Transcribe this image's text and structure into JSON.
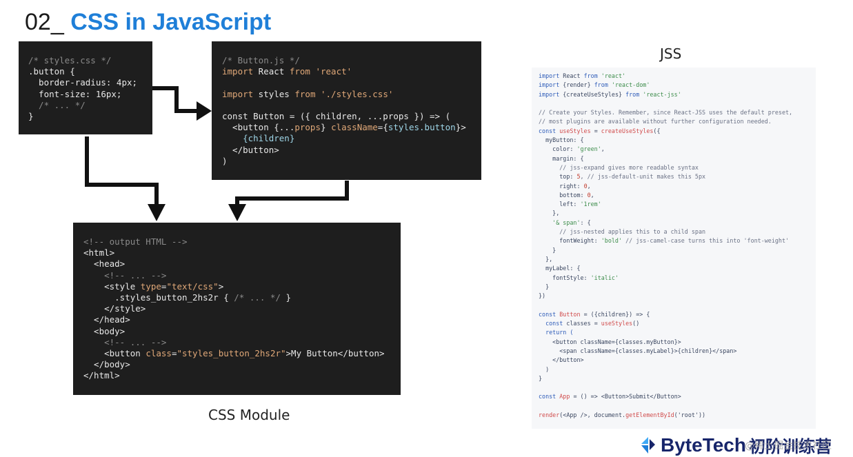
{
  "title": {
    "number": "02_",
    "text": "CSS in JavaScript"
  },
  "captions": {
    "css_module": "CSS Module",
    "jss": "JSS"
  },
  "styles_css": {
    "l1": "/* styles.css */",
    "l2": ".button {",
    "l3": "  border-radius: 4px;",
    "l4": "  font-size: 16px;",
    "l5": "  /* ... */",
    "l6": "}"
  },
  "button_js": {
    "l1": "/* Button.js */",
    "l2_kw": "import",
    "l2_name": " React ",
    "l2_from": "from",
    "l2_str": " 'react'",
    "l3_kw": "import",
    "l3_name": " styles ",
    "l3_from": "from",
    "l3_str": " './styles.css'",
    "l4": "const Button = ({ children, ...props }) => (",
    "l5_a": "  <button {...",
    "l5_props": "props",
    "l5_b": "} ",
    "l5_attr": "className",
    "l5_c": "={",
    "l5_ref": "styles.button",
    "l5_d": "}>",
    "l6": "    {children}",
    "l7": "  </button>",
    "l8": ")"
  },
  "output_html": {
    "l1": "<!-- output HTML -->",
    "l2": "<html>",
    "l3": "  <head>",
    "l4": "    <!-- ... -->",
    "l5_a": "    <style ",
    "l5_attr": "type",
    "l5_b": "=",
    "l5_str": "\"text/css\"",
    "l5_c": ">",
    "l6_a": "      .styles_button_2hs2r { ",
    "l6_cmt": "/* ... */",
    "l6_b": " }",
    "l7": "    </style>",
    "l8": "  </head>",
    "l9": "  <body>",
    "l10": "    <!-- ... -->",
    "l11_a": "    <button ",
    "l11_attr": "class",
    "l11_b": "=",
    "l11_str": "\"styles_button_2hs2r\"",
    "l11_c": ">My Button</button>",
    "l12": "  </body>",
    "l13": "</html>"
  },
  "jss_code": {
    "imp1_kw": "import",
    "imp1_name": " React ",
    "imp1_from": "from",
    "imp1_str": " 'react'",
    "imp2_kw": "import",
    "imp2_name": " {render} ",
    "imp2_from": "from",
    "imp2_str": " 'react-dom'",
    "imp3_kw": "import",
    "imp3_name": " {createUseStyles} ",
    "imp3_from": "from",
    "imp3_str": " 'react-jss'",
    "c1": "// Create your Styles. Remember, since React-JSS uses the default preset,",
    "c2": "// most plugins are available without further configuration needed.",
    "us_kw": "const",
    "us_name": " useStyles ",
    "us_eq": "= ",
    "us_fn": "createUseStyles",
    "us_end": "({",
    "mb": "  myButton: {",
    "color_k": "    color: ",
    "color_v": "'green'",
    "color_e": ",",
    "margin": "    margin: {",
    "cm1": "      // jss-expand gives more readable syntax",
    "top_k": "      top: ",
    "top_v": "5",
    "top_c": ", // jss-default-unit makes this 5px",
    "right_k": "      right: ",
    "right_v": "0",
    "right_e": ",",
    "bottom_k": "      bottom: ",
    "bottom_v": "0",
    "bottom_e": ",",
    "left_k": "      left: ",
    "left_v": "'1rem'",
    "close1": "    },",
    "span_str": "    '& span'",
    "span_e": ": {",
    "cm2": "      // jss-nested applies this to a child span",
    "fw_k": "      fontWeight: ",
    "fw_v": "'bold'",
    "fw_c": " // jss-camel-case turns this into 'font-weight'",
    "close2": "    }",
    "close3": "  },",
    "ml": "  myLabel: {",
    "fs_k": "    fontStyle: ",
    "fs_v": "'italic'",
    "close4": "  }",
    "close5": "})",
    "btn_kw": "const",
    "btn_name": " Button ",
    "btn_rest": "= ({children}) => {",
    "cls_kw": "  const",
    "cls_name": " classes ",
    "cls_eq": "= ",
    "cls_fn": "useStyles",
    "cls_end": "()",
    "ret": "  return (",
    "b_open": "    <button className={classes.myButton}>",
    "b_span": "      <span className={classes.myLabel}>{children}</span>",
    "b_close": "    </button>",
    "paren": "  )",
    "brace": "}",
    "app_kw": "const",
    "app_name": " App ",
    "app_rest": "= () => <Button>Submit</Button>",
    "render_fn": "render",
    "render_a": "(<App />, document.",
    "render_fn2": "getElementById",
    "render_b": "('root'))"
  },
  "brand": {
    "name": "ByteTech",
    "sub": "初阶训练营",
    "watermark": "@稀土掘金技术社区",
    "accent": "#1f7fd8",
    "navy": "#17256a"
  }
}
